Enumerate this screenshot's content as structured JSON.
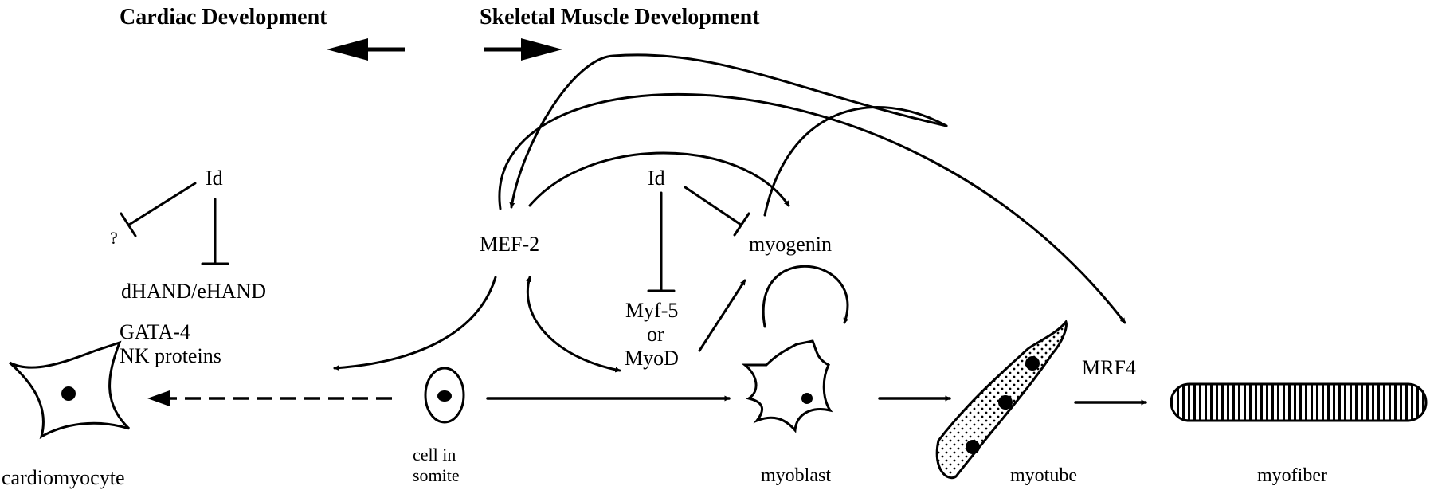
{
  "headers": {
    "cardiac": "Cardiac Development",
    "skeletal": "Skeletal Muscle Development"
  },
  "cardiac": {
    "id": "Id",
    "question": "?",
    "hand": "dHAND/eHAND",
    "gata": "GATA-4",
    "nk": "NK proteins",
    "cell": "cardiomyocyte"
  },
  "skeletal": {
    "mef2": "MEF-2",
    "id": "Id",
    "myogenin": "myogenin",
    "myf5": "Myf-5",
    "or": "or",
    "myod": "MyoD",
    "mrf4": "MRF4"
  },
  "cells": {
    "somite_1": "cell in",
    "somite_2": "somite",
    "myoblast": "myoblast",
    "myotube": "myotube",
    "myofiber": "myofiber"
  }
}
